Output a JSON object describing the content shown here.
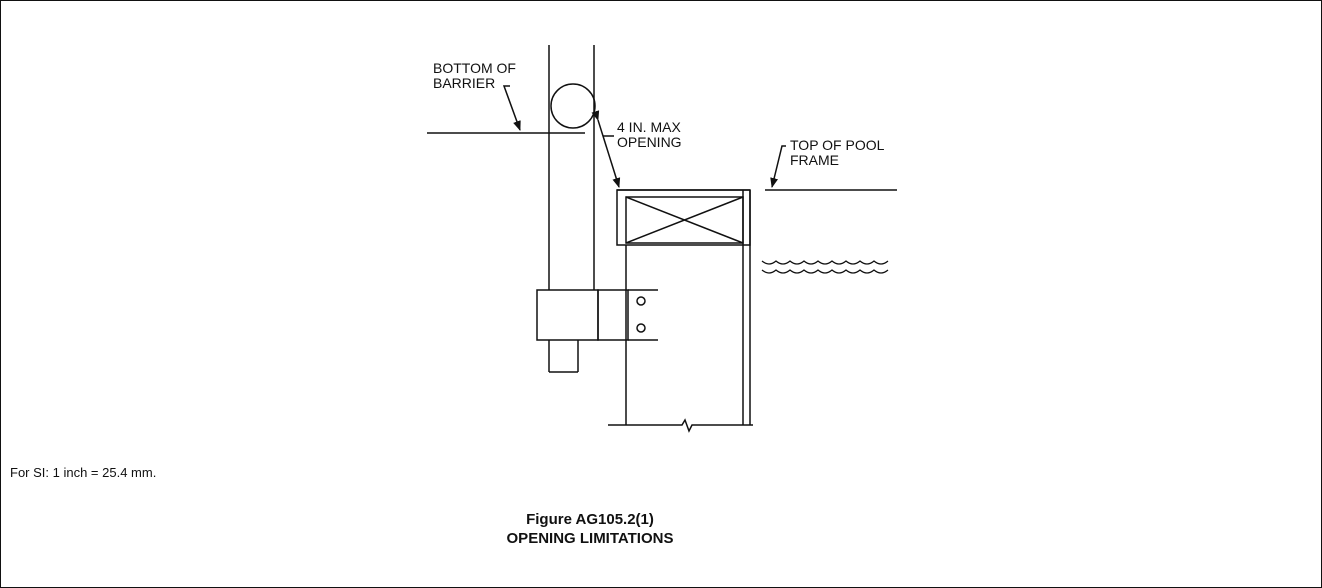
{
  "labels": {
    "bottom_of_barrier": [
      "BOTTOM OF",
      "BARRIER"
    ],
    "max_opening": [
      "4 IN. MAX",
      "OPENING"
    ],
    "top_of_pool_frame": [
      "TOP OF POOL",
      "FRAME"
    ]
  },
  "note": "For SI:  1 inch = 25.4 mm.",
  "caption": {
    "figure_number": "Figure AG105.2(1)",
    "title": "OPENING LIMITATIONS"
  }
}
